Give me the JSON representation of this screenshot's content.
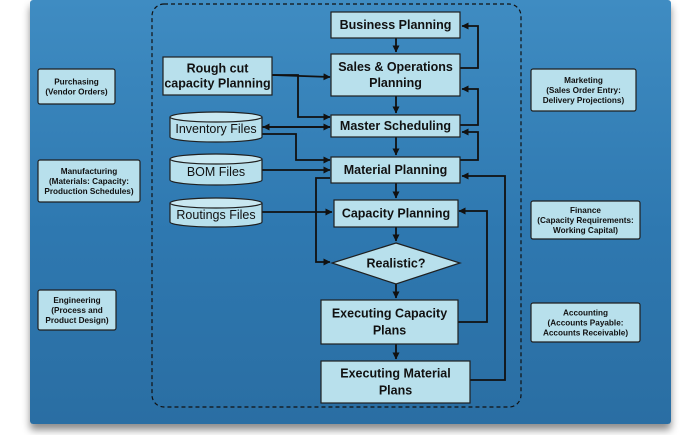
{
  "departments": {
    "purchasing": {
      "label": [
        "Purchasing",
        "(Vendor Orders)"
      ]
    },
    "manufacturing": {
      "label": [
        "Manufacturing",
        "(Materials: Capacity:",
        "Production Schedules)"
      ]
    },
    "engineering": {
      "label": [
        "Engineering",
        "(Process and",
        "Product Design)"
      ]
    },
    "marketing": {
      "label": [
        "Marketing",
        "(Sales Order Entry:",
        "Delivery Projections)"
      ]
    },
    "finance": {
      "label": [
        "Finance",
        "(Capacity Requirements:",
        "Working Capital)"
      ]
    },
    "accounting": {
      "label": [
        "Accounting",
        "(Accounts Payable:",
        "Accounts Receivable)"
      ]
    }
  },
  "process": {
    "business_planning": {
      "label": [
        "Business Planning"
      ]
    },
    "rough_cut": {
      "label": [
        "Rough cut",
        "capacity Planning"
      ]
    },
    "sales_operations": {
      "label": [
        "Sales & Operations",
        "Planning"
      ]
    },
    "master_scheduling": {
      "label": [
        "Master Scheduling"
      ]
    },
    "material_planning": {
      "label": [
        "Material Planning"
      ]
    },
    "capacity_planning": {
      "label": [
        "Capacity Planning"
      ]
    },
    "realistic": {
      "label": [
        "Realistic?"
      ]
    },
    "executing_capacity": {
      "label": [
        "Executing Capacity",
        "Plans"
      ]
    },
    "executing_material": {
      "label": [
        "Executing Material",
        "Plans"
      ]
    }
  },
  "files": {
    "inventory": {
      "label": "Inventory Files"
    },
    "bom": {
      "label": "BOM Files"
    },
    "routings": {
      "label": "Routings Files"
    }
  },
  "colors": {
    "panel": "#2e78b0",
    "box_fill": "#b8e0ec",
    "line": "#111111"
  }
}
